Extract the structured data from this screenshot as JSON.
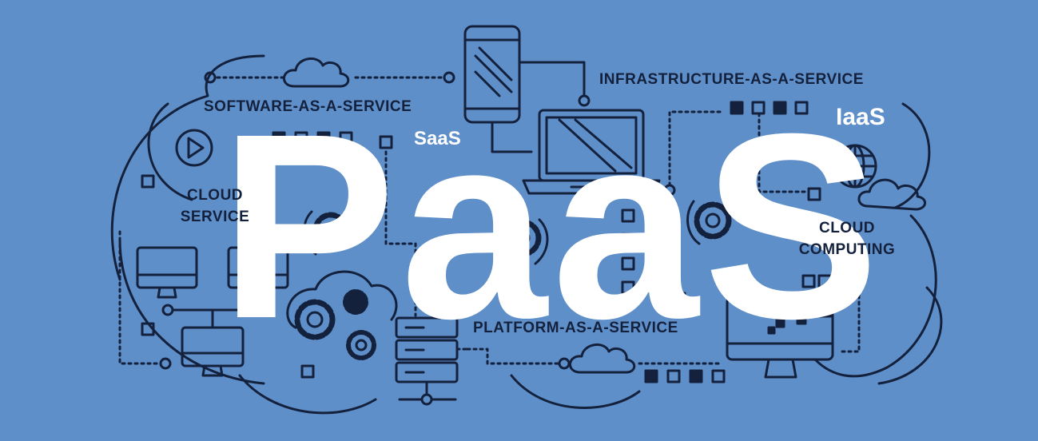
{
  "title": "PaaS",
  "labels": {
    "saas": "SOFTWARE-AS-A-SERVICE",
    "iaas": "INFRASTRUCTURE-AS-A-SERVICE",
    "paas": "PLATFORM-AS-A-SERVICE",
    "cloud_service_1": "CLOUD",
    "cloud_service_2": "SERVICE",
    "cloud_computing_1": "CLOUD",
    "cloud_computing_2": "COMPUTING"
  },
  "abbreviations": {
    "saas": "SaaS",
    "iaas": "IaaS"
  },
  "colors": {
    "background": "#5f8fc9",
    "line": "#14213d",
    "highlight": "#ffffff"
  },
  "icons": [
    "cloud-icon",
    "smartphone-icon",
    "laptop-icon",
    "play-icon",
    "gear-icon",
    "monitor-icon",
    "server-icon",
    "globe-icon"
  ]
}
